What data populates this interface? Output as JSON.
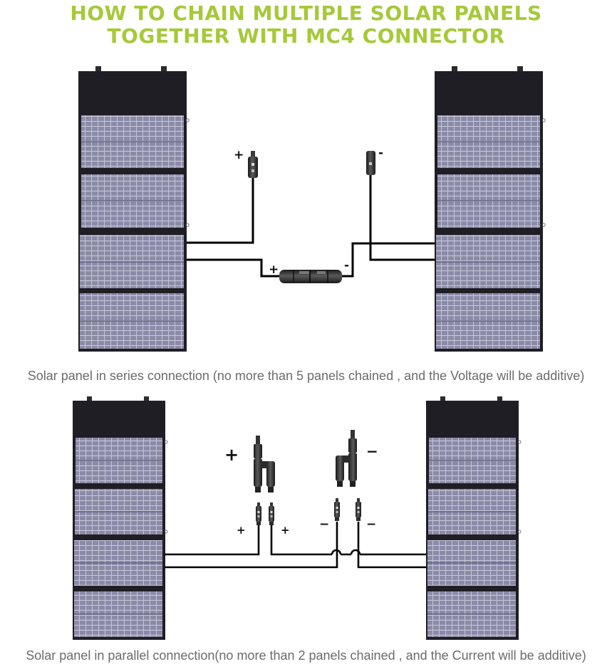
{
  "title": {
    "line1": "HOW TO CHAIN MULTIPLE SOLAR PANELS",
    "line2": "TOGETHER WITH MC4 CONNECTOR",
    "color": "#a6c93a"
  },
  "series": {
    "caption": "Solar panel in series connection (no more than 5 panels chained , and the Voltage will be additive)",
    "labels": {
      "plug_positive": "+",
      "plug_negative": "-",
      "connector_positive": "+",
      "connector_negative": "-"
    }
  },
  "parallel": {
    "caption": "Solar panel in parallel connection(no more than 2 panels chained , and the Current will be additive)",
    "labels": {
      "branch_positive": "+",
      "branch_negative": "−",
      "plug_positive_left": "+",
      "plug_positive_right": "+",
      "plug_negative_left": "−",
      "plug_negative_right": "−"
    }
  },
  "colors": {
    "panel_frame": "#1e1e24",
    "panel_cell": "#8a8aa6",
    "wire": "#000000",
    "caption_text": "#6b6b6b"
  }
}
